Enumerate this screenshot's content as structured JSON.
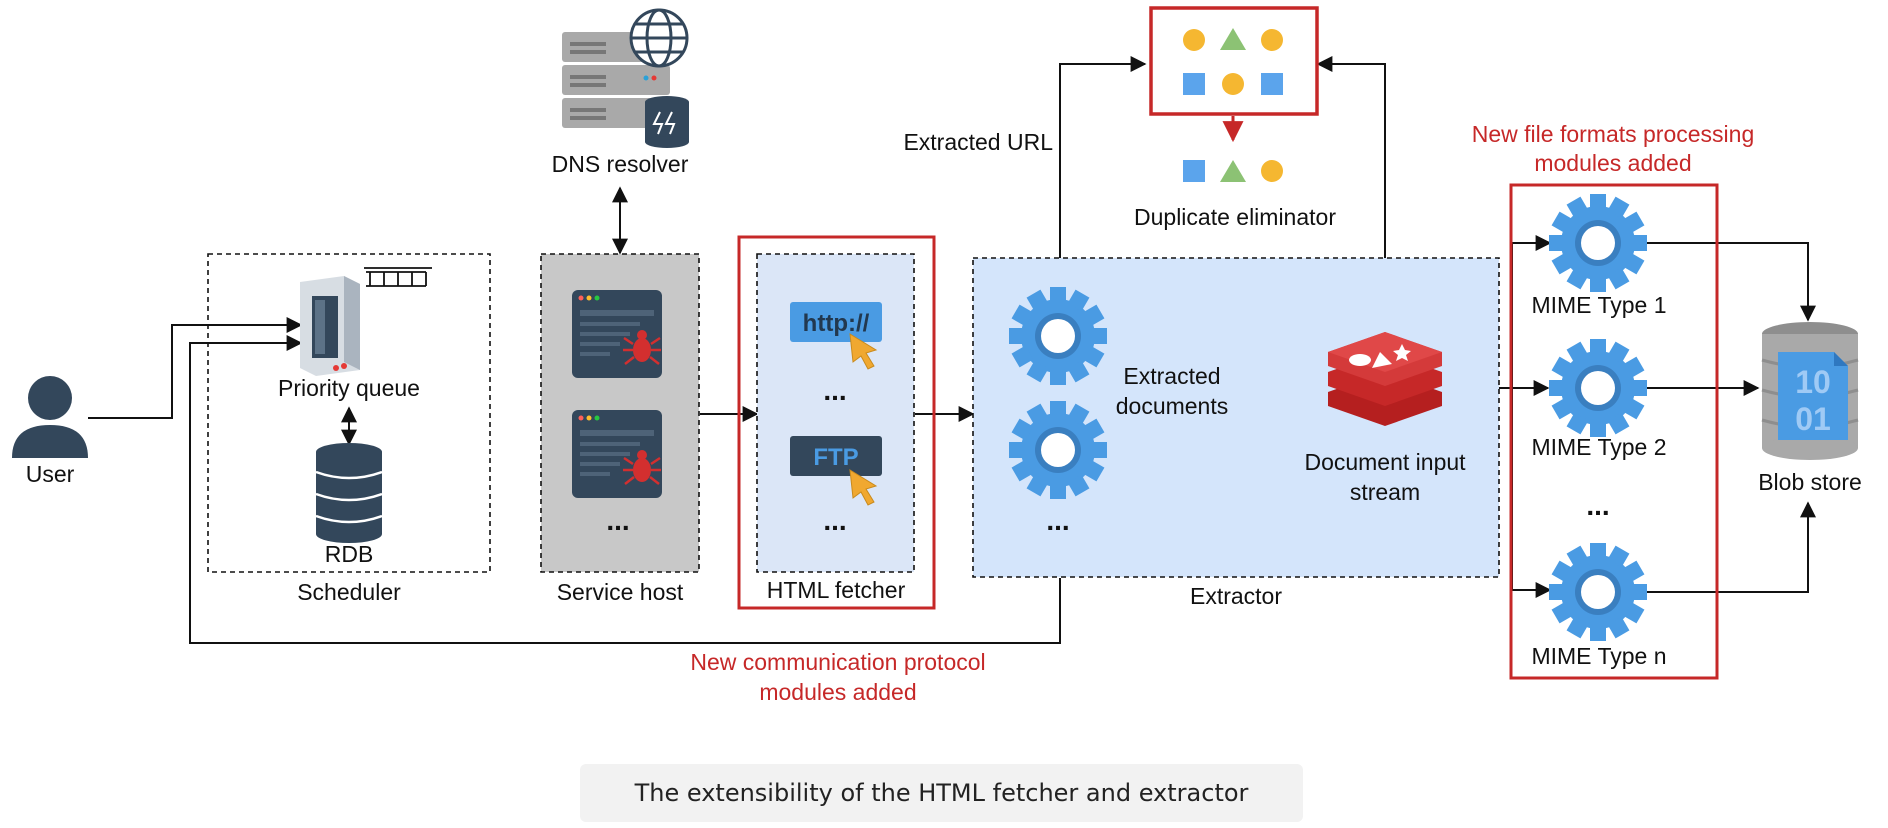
{
  "labels": {
    "user": "User",
    "priority_queue": "Priority queue",
    "rdb": "RDB",
    "scheduler": "Scheduler",
    "dns_resolver": "DNS resolver",
    "service_host": "Service host",
    "html_fetcher": "HTML fetcher",
    "http": "http://",
    "ftp": "FTP",
    "extracted_url": "Extracted URL",
    "duplicate_eliminator": "Duplicate eliminator",
    "extracted_documents_1": "Extracted",
    "extracted_documents_2": "documents",
    "document_input_stream_1": "Document input",
    "document_input_stream_2": "stream",
    "extractor": "Extractor",
    "new_formats_1": "New file formats processing",
    "new_formats_2": "modules added",
    "new_protocol_1": "New communication protocol",
    "new_protocol_2": "modules added",
    "mime_1": "MIME Type 1",
    "mime_2": "MIME Type 2",
    "mime_n": "MIME Type n",
    "blob_store": "Blob store",
    "blob_bits_1": "10",
    "blob_bits_2": "01",
    "ellipsis": "..."
  },
  "caption": "The extensibility of the HTML fetcher and extractor",
  "colors": {
    "gear": "#4a9be3",
    "db": "#33475b",
    "highlight": "#c62828",
    "extractor_bg": "#d4e5fb",
    "service_bg": "#c8c8c8",
    "fetcher_bg": "#dbe6f7"
  }
}
